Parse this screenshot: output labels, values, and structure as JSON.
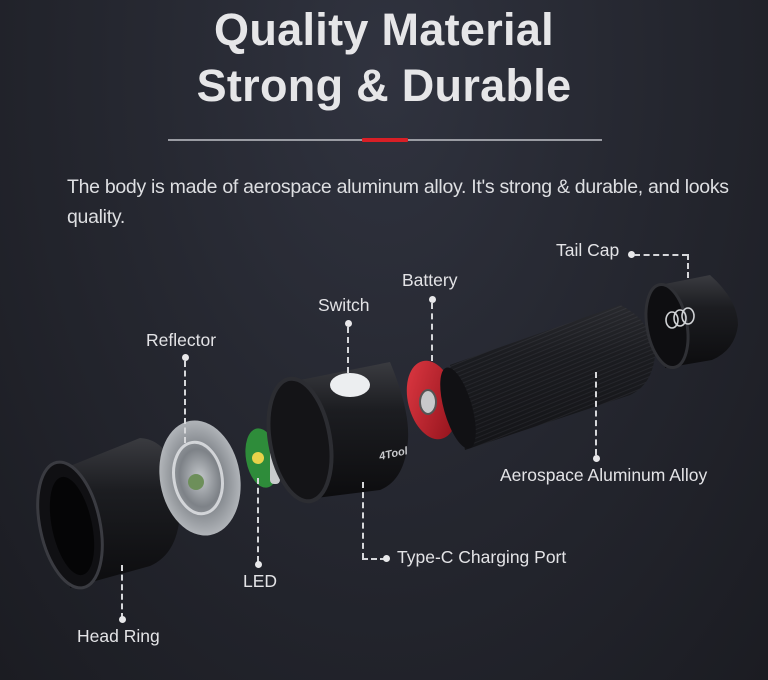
{
  "header": {
    "title_line1": "Quality Material",
    "title_line2": "Strong & Durable",
    "accent_color": "#d81f26"
  },
  "description": "The body is made of aerospace aluminum alloy. It's strong & durable, and looks quality.",
  "product": {
    "brand_mark": "4Tool",
    "image": "exploded-flashlight-illustration"
  },
  "callouts": [
    {
      "id": "tail-cap",
      "label": "Tail Cap"
    },
    {
      "id": "battery",
      "label": "Battery"
    },
    {
      "id": "switch",
      "label": "Switch"
    },
    {
      "id": "reflector",
      "label": "Reflector"
    },
    {
      "id": "aluminum-alloy",
      "label": "Aerospace Aluminum Alloy"
    },
    {
      "id": "type-c-port",
      "label": "Type-C Charging Port"
    },
    {
      "id": "led",
      "label": "LED"
    },
    {
      "id": "head-ring",
      "label": "Head Ring"
    }
  ]
}
